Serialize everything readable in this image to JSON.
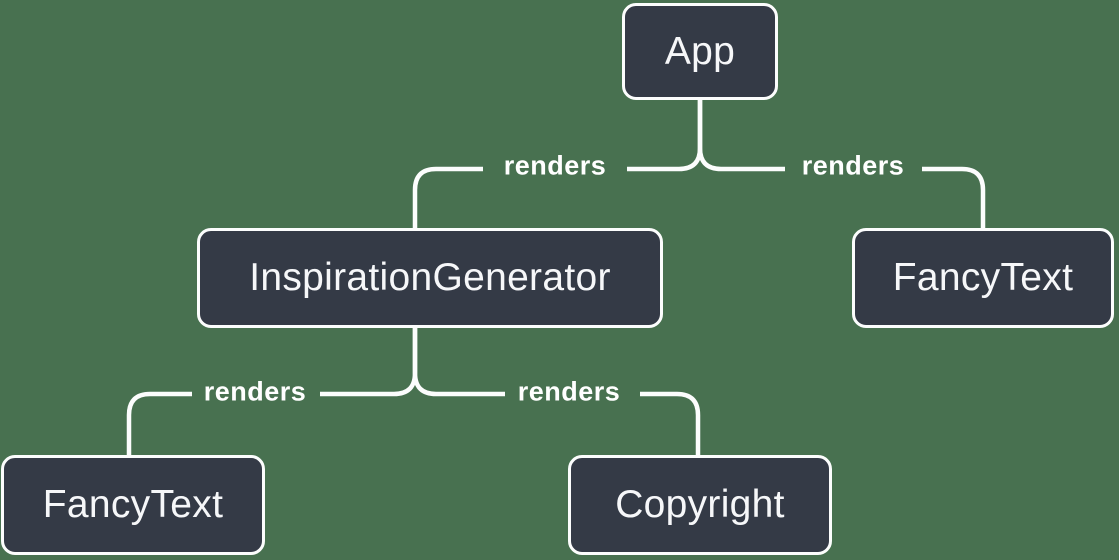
{
  "diagram": {
    "type": "component-render-tree",
    "colors": {
      "background": "#487150",
      "node_fill": "#343a46",
      "node_border": "#fcfdfd",
      "edge": "#fcfdfd",
      "node_text": "#f6f7f9",
      "label_text": "#ffffff"
    },
    "nodes": [
      {
        "id": "app",
        "label": "App"
      },
      {
        "id": "inspiration-generator",
        "label": "InspirationGenerator"
      },
      {
        "id": "fancy-text-top",
        "label": "FancyText"
      },
      {
        "id": "fancy-text-bottom",
        "label": "FancyText"
      },
      {
        "id": "copyright",
        "label": "Copyright"
      }
    ],
    "edges": [
      {
        "from": "App",
        "to": "InspirationGenerator",
        "label": "renders"
      },
      {
        "from": "App",
        "to": "FancyText",
        "label": "renders"
      },
      {
        "from": "InspirationGenerator",
        "to": "FancyText",
        "label": "renders"
      },
      {
        "from": "InspirationGenerator",
        "to": "Copyright",
        "label": "renders"
      }
    ]
  }
}
